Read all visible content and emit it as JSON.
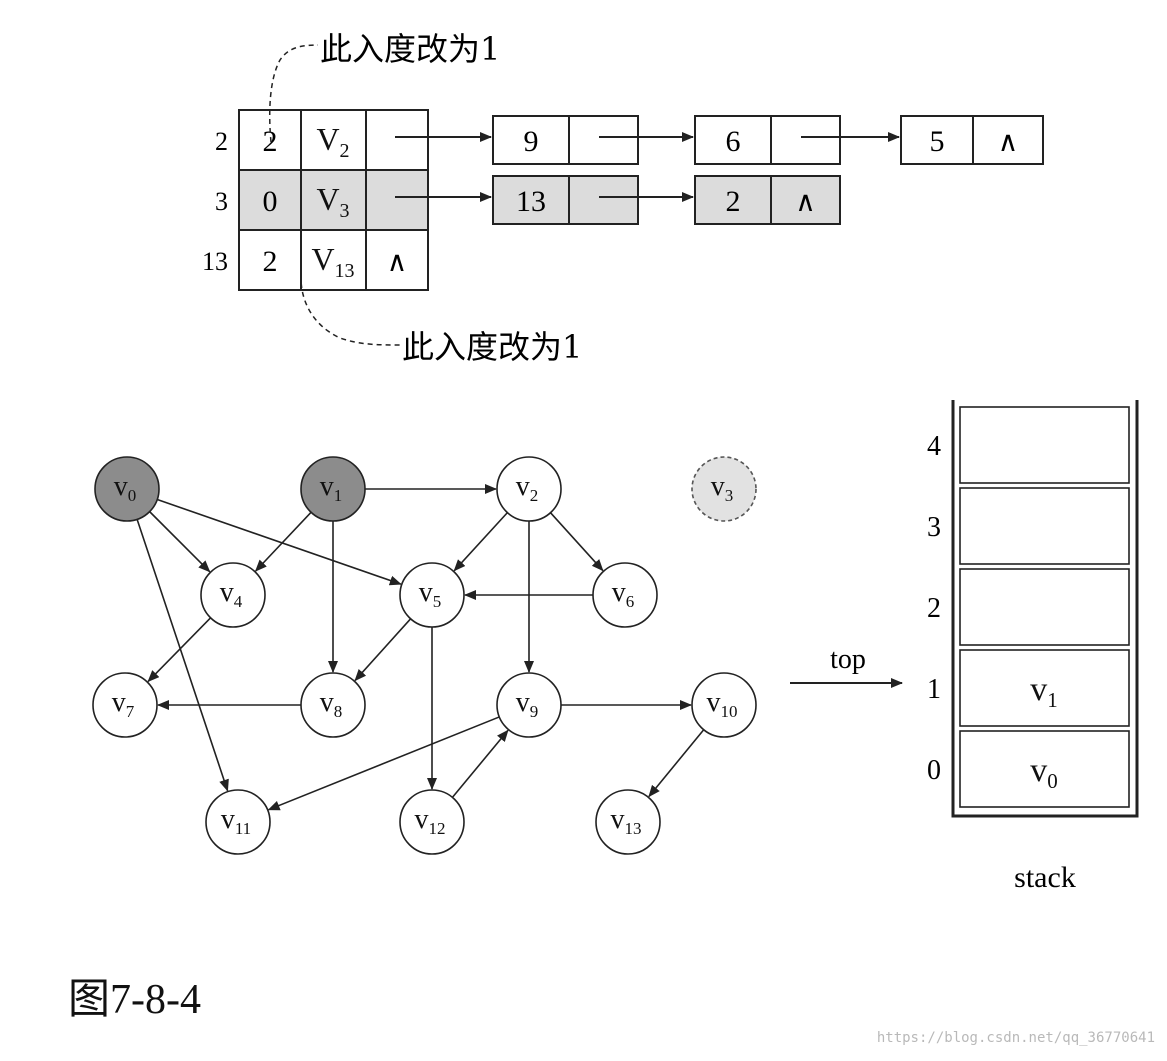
{
  "caption": "图7-8-4",
  "watermark": "https://blog.csdn.net/qq_36770641",
  "adjacency_list": {
    "note_label": "此入度改为1",
    "rows": [
      {
        "index": "2",
        "in_degree": "2",
        "vertex": "V",
        "vertex_sub": "2",
        "shaded": false,
        "edges": [
          {
            "adjvex": "9",
            "next_null": false
          },
          {
            "adjvex": "6",
            "next_null": false
          },
          {
            "adjvex": "5",
            "next_null": true
          }
        ]
      },
      {
        "index": "3",
        "in_degree": "0",
        "vertex": "V",
        "vertex_sub": "3",
        "shaded": true,
        "edges": [
          {
            "adjvex": "13",
            "next_null": false
          },
          {
            "adjvex": "2",
            "next_null": true
          }
        ]
      },
      {
        "index": "13",
        "in_degree": "2",
        "vertex": "V",
        "vertex_sub": "13",
        "shaded": false,
        "null_first": true,
        "edges": []
      }
    ],
    "null_symbol": "∧"
  },
  "graph": {
    "vertices": [
      {
        "id": "v0",
        "label": "v",
        "sub": "0",
        "style": "dark"
      },
      {
        "id": "v1",
        "label": "v",
        "sub": "1",
        "style": "dark"
      },
      {
        "id": "v2",
        "label": "v",
        "sub": "2",
        "style": "normal"
      },
      {
        "id": "v3",
        "label": "v",
        "sub": "3",
        "style": "dashed"
      },
      {
        "id": "v4",
        "label": "v",
        "sub": "4",
        "style": "normal"
      },
      {
        "id": "v5",
        "label": "v",
        "sub": "5",
        "style": "normal"
      },
      {
        "id": "v6",
        "label": "v",
        "sub": "6",
        "style": "normal"
      },
      {
        "id": "v7",
        "label": "v",
        "sub": "7",
        "style": "normal"
      },
      {
        "id": "v8",
        "label": "v",
        "sub": "8",
        "style": "normal"
      },
      {
        "id": "v9",
        "label": "v",
        "sub": "9",
        "style": "normal"
      },
      {
        "id": "v10",
        "label": "v",
        "sub": "10",
        "style": "normal"
      },
      {
        "id": "v11",
        "label": "v",
        "sub": "11",
        "style": "normal"
      },
      {
        "id": "v12",
        "label": "v",
        "sub": "12",
        "style": "normal"
      },
      {
        "id": "v13",
        "label": "v",
        "sub": "13",
        "style": "normal"
      }
    ],
    "edges": [
      [
        "v0",
        "v4"
      ],
      [
        "v0",
        "v5"
      ],
      [
        "v0",
        "v11"
      ],
      [
        "v1",
        "v2"
      ],
      [
        "v1",
        "v4"
      ],
      [
        "v1",
        "v8"
      ],
      [
        "v2",
        "v5"
      ],
      [
        "v2",
        "v6"
      ],
      [
        "v2",
        "v9"
      ],
      [
        "v4",
        "v7"
      ],
      [
        "v5",
        "v8"
      ],
      [
        "v5",
        "v12"
      ],
      [
        "v6",
        "v5"
      ],
      [
        "v8",
        "v7"
      ],
      [
        "v9",
        "v10"
      ],
      [
        "v9",
        "v11"
      ],
      [
        "v10",
        "v13"
      ],
      [
        "v12",
        "v9"
      ]
    ]
  },
  "stack": {
    "label": "stack",
    "top_label": "top",
    "top_index": "1",
    "slots": [
      {
        "index": "4",
        "label": "",
        "sub": ""
      },
      {
        "index": "3",
        "label": "",
        "sub": ""
      },
      {
        "index": "2",
        "label": "",
        "sub": ""
      },
      {
        "index": "1",
        "label": "v",
        "sub": "1"
      },
      {
        "index": "0",
        "label": "v",
        "sub": "0"
      }
    ]
  },
  "colors": {
    "dark_node": "#8c8c8c",
    "shaded_cell": "#dcdcdc",
    "dashed_node": "#e2e2e2",
    "line": "#222222"
  }
}
